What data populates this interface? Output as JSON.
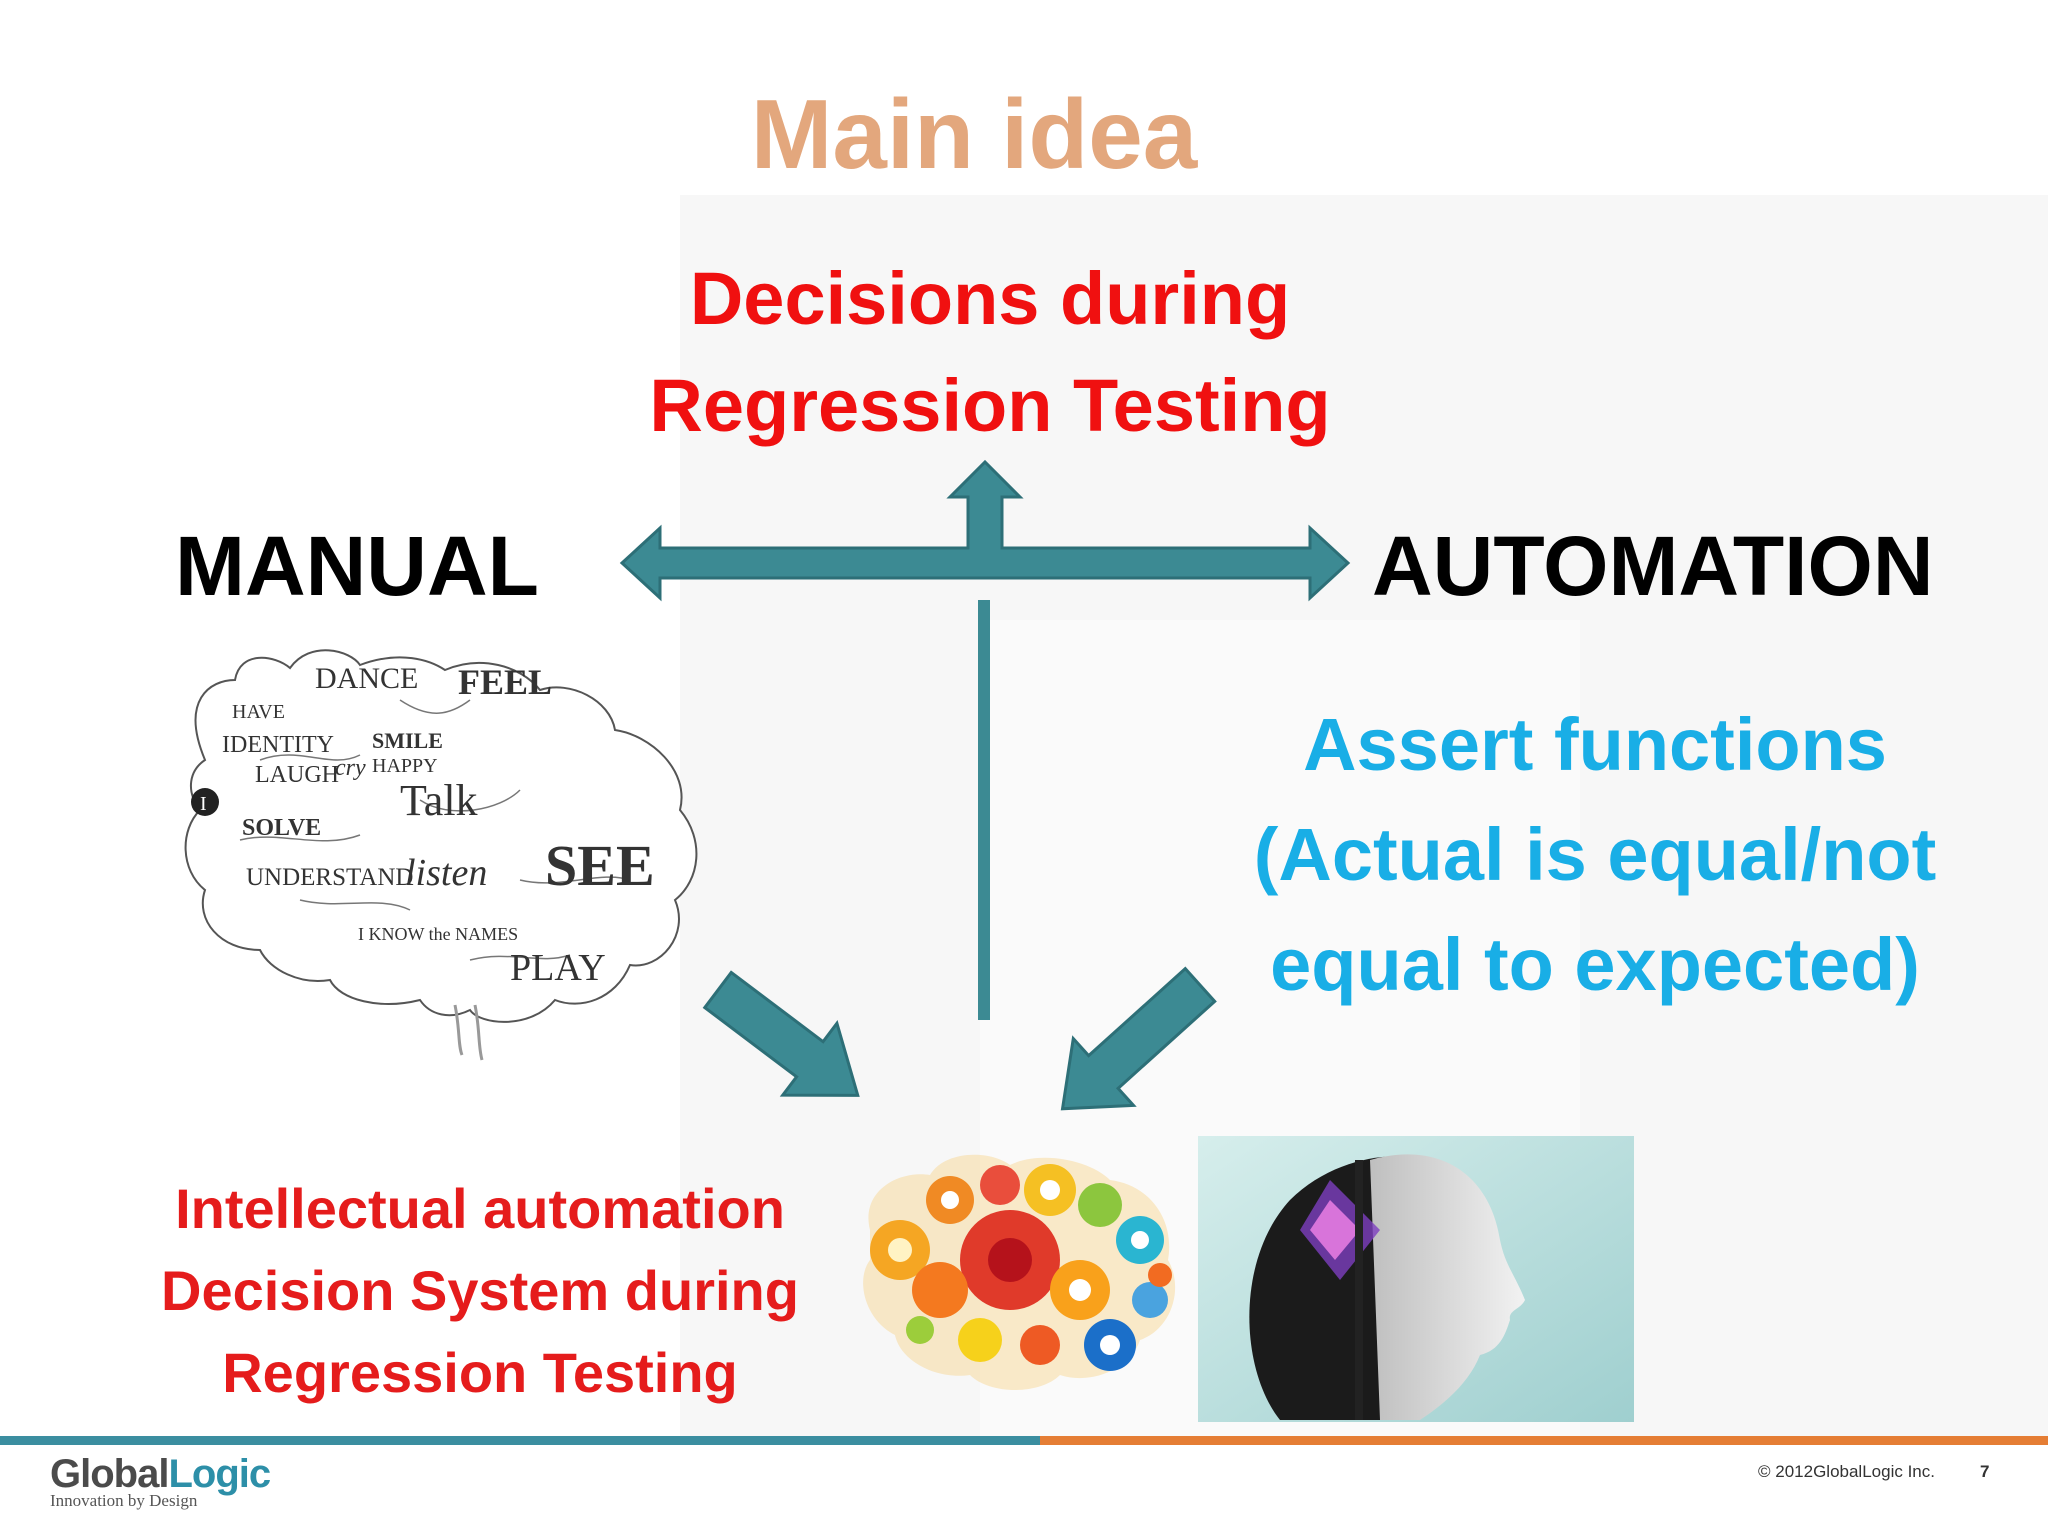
{
  "slide": {
    "title": "Main idea",
    "center_top": [
      "Decisions during",
      "Regression Testing"
    ],
    "left_label": "MANUAL",
    "right_label": "AUTOMATION",
    "right_text": [
      "Assert functions",
      "(Actual is equal/not",
      "equal to expected)"
    ],
    "bottom_text": [
      "Intellectual automation",
      "Decision System during",
      "Regression Testing"
    ],
    "brain_words": [
      "HAVE",
      "DANCE",
      "FEEL",
      "IDENTITY",
      "SMILE",
      "HAPPY",
      "LAUGH",
      "cry",
      "Talk",
      "SOLVE",
      "UNDERSTAND",
      "listen",
      "SEE",
      "I KNOW the NAMES",
      "PLAY",
      "I"
    ]
  },
  "footer": {
    "logo_a": "Global",
    "logo_b": "Logic",
    "tagline": "Innovation by Design",
    "copyright": "© 2012GlobalLogic Inc.",
    "page": "7"
  },
  "colors": {
    "arrow": "#3c8a93",
    "arrow_stroke": "#2d6f77",
    "title": "#e3a77d",
    "red": "#f01010",
    "blue": "#19aee6",
    "footer_left": "#3b8ea0",
    "footer_right": "#e57e35"
  }
}
